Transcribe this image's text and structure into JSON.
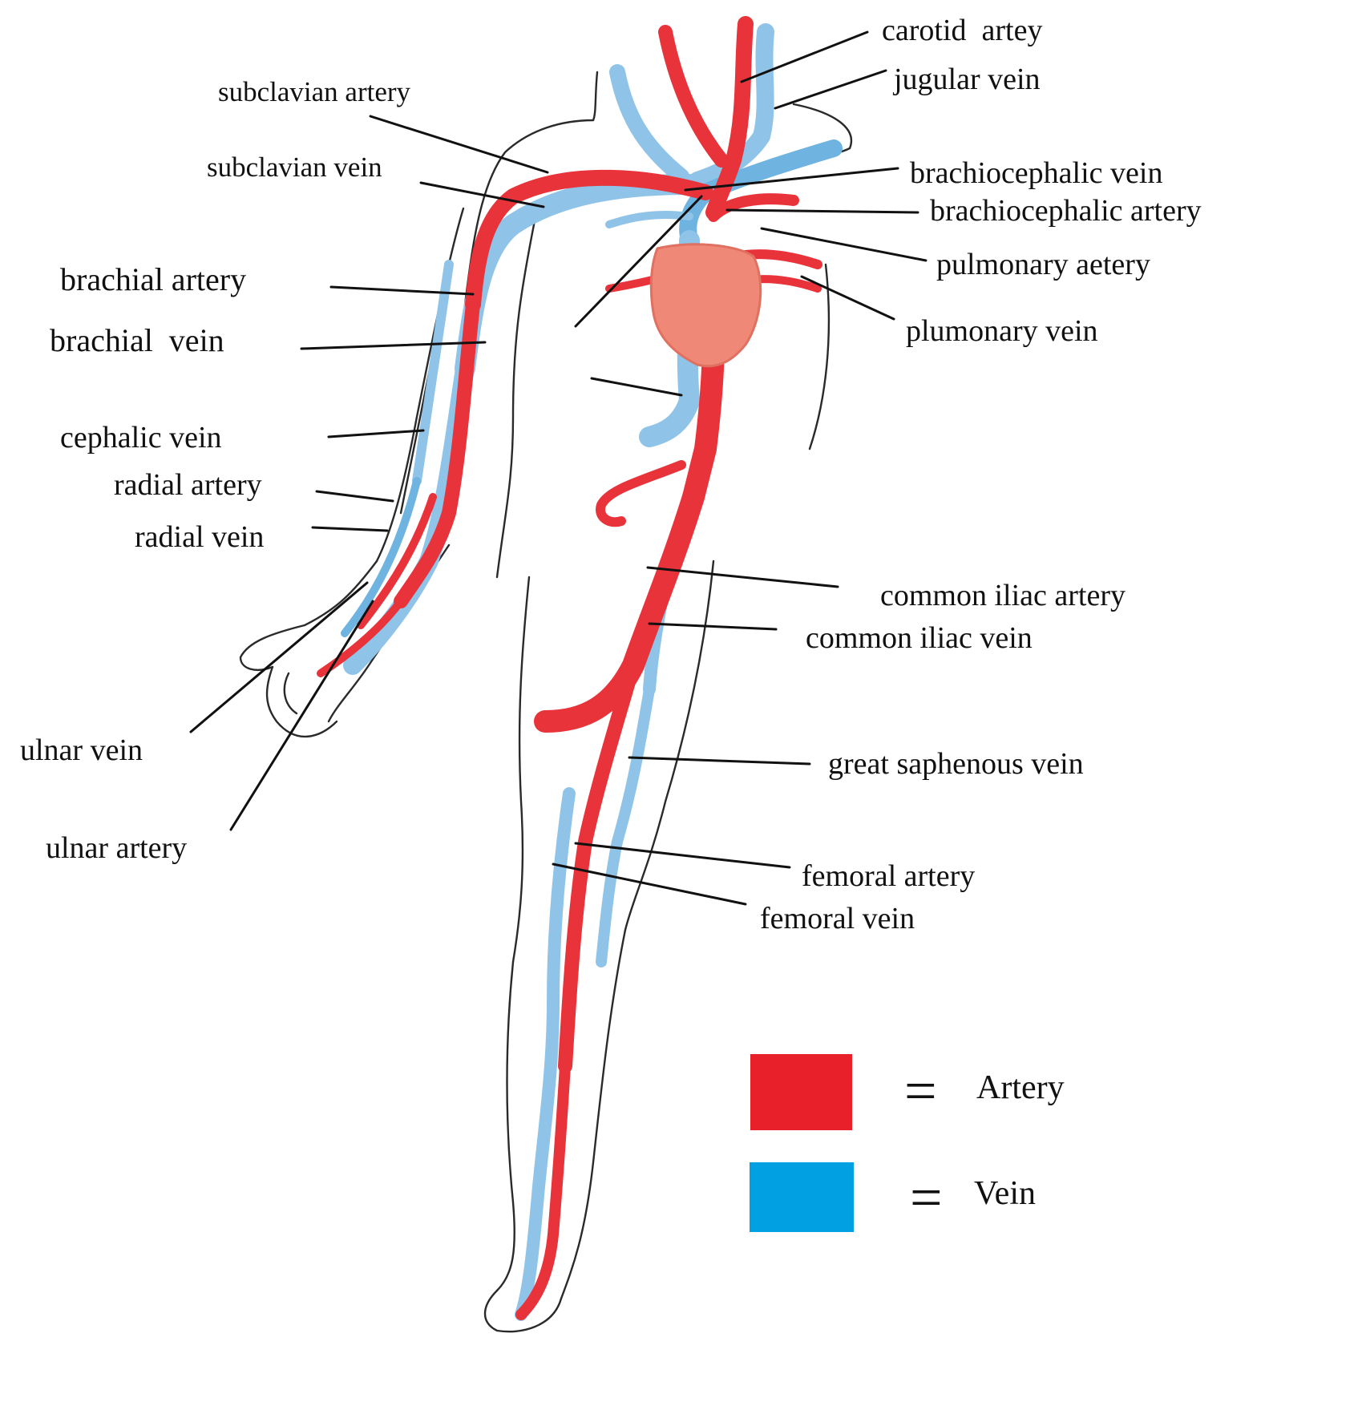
{
  "colors": {
    "artery": "#e8202a",
    "vein": "#00a0e3",
    "artery_sketch": "#e8333b",
    "vein_sketch": "#8fc4e8",
    "heart": "#f08878"
  },
  "labels": {
    "carotid_artery": "carotid  artey",
    "jugular_vein": "jugular vein",
    "subclavian_artery": "subclavian artery",
    "subclavian_vein": "subclavian vein",
    "brachiocephalic_vein": "brachiocephalic vein",
    "brachiocephalic_artery": "brachiocephalic artery",
    "pulmonary_artery": "pulmonary aetery",
    "pulmonary_vein": "plumonary vein",
    "brachial_artery": "brachial artery",
    "brachial_vein": "brachial  vein",
    "cephalic_vein": "cephalic vein",
    "radial_artery": "radial artery",
    "radial_vein": "radial vein",
    "common_iliac_artery": "common iliac artery",
    "common_iliac_vein": "common iliac vein",
    "ulnar_vein": "ulnar vein",
    "ulnar_artery": "ulnar artery",
    "great_saphenous_vein": "great saphenous vein",
    "femoral_artery": "femoral artery",
    "femoral_vein": "femoral vein"
  },
  "legend": {
    "artery_label": "Artery",
    "vein_label": "Vein",
    "equals": "="
  }
}
